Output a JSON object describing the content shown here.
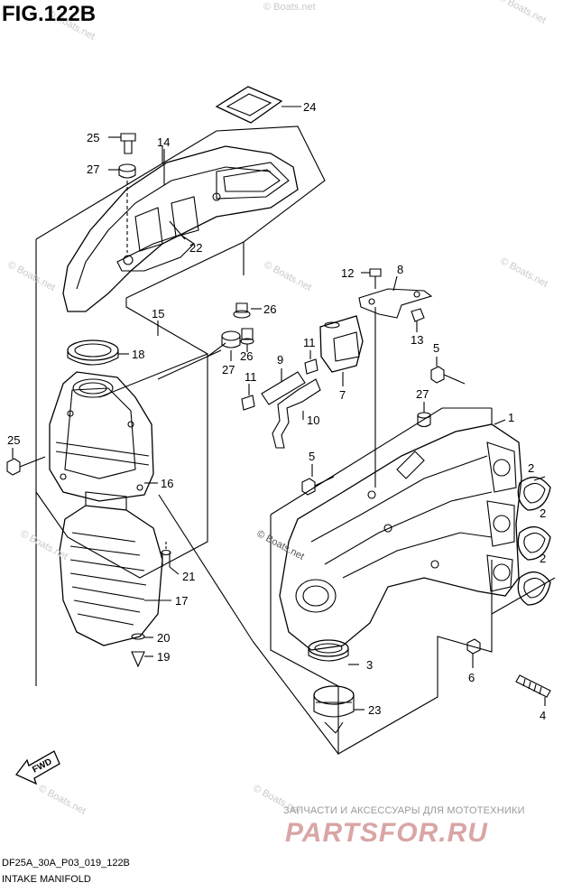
{
  "figure": {
    "title": "FIG.122B",
    "model_code": "DF25A_30A_P03_019_122B",
    "caption": "INTAKE MANIFOLD"
  },
  "watermark": "© Boats.net",
  "promo": {
    "tagline": "ЗАПЧАСТИ И АКСЕССУАРЫ ДЛЯ МОТОТЕХНИКИ",
    "brand": "PARTSFOR.RU"
  },
  "fwd_label": "FWD",
  "callouts": {
    "c24": "24",
    "c25a": "25",
    "c14": "14",
    "c27a": "27",
    "c22": "22",
    "c26a": "26",
    "c15": "15",
    "c18": "18",
    "c26b": "26",
    "c27b": "27",
    "c25b": "25",
    "c16": "16",
    "c21": "21",
    "c17": "17",
    "c20": "20",
    "c19": "19",
    "c12": "12",
    "c8": "8",
    "c13": "13",
    "c11a": "11",
    "c9": "9",
    "c11b": "11",
    "c7": "7",
    "c10": "10",
    "c5a": "5",
    "c27c": "27",
    "c1": "1",
    "c5b": "5",
    "c2a": "2",
    "c2b": "2",
    "c2c": "2",
    "c3": "3",
    "c6": "6",
    "c23": "23",
    "c4": "4"
  }
}
